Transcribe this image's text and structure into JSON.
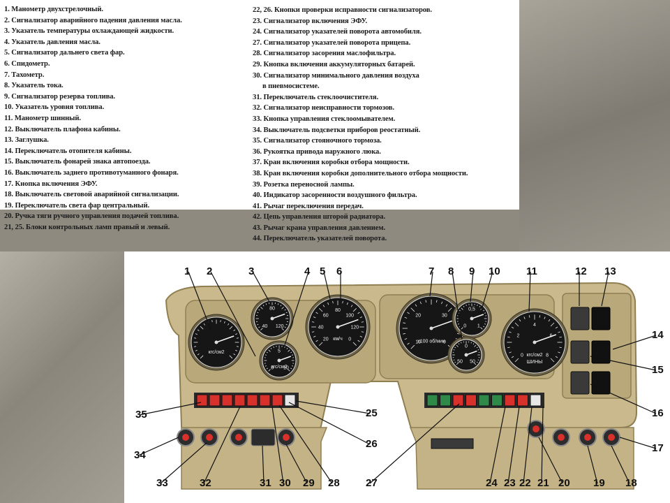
{
  "legend": {
    "left": [
      "1. Манометр двухстрелочный.",
      "2. Сигнализатор аварийного падения давления масла.",
      "3. Указатель температуры охлаждающей жидкости.",
      "4. Указатель давления масла.",
      "5. Сигнализатор дальнего света фар.",
      "6. Спидометр.",
      "7. Тахометр.",
      "8. Указатель тока.",
      "9. Сигнализатор резерва топлива.",
      "10. Указатель уровня топлива.",
      "11. Манометр шинный.",
      "12. Выключатель плафона кабины.",
      "13. Заглушка.",
      "14. Переключатель отопителя кабины.",
      "15. Выключатель фонарей знака автопоезда.",
      "16. Выключатель заднего противотуманного фонаря.",
      "17. Кнопка включения ЭФУ.",
      "18. Выключатель световой аварийной сигнализации.",
      "19. Переключатель света фар центральный.",
      "20. Ручка тяги ручного управления подачей топлива.",
      "21, 25. Блоки контрольных ламп правый и левый."
    ],
    "right": [
      "22, 26. Кнопки проверки исправности сигнализаторов.",
      "23. Сигнализатор включения ЭФУ.",
      "24. Сигнализатор указателей поворота автомобиля.",
      "27. Сигнализатор указателей поворота прицепа.",
      "28. Сигнализатор засорения маслофильтра.",
      "29. Кнопка включения аккумуляторных батарей.",
      "30. Сигнализатор минимального давления воздуха",
      "в пневмосистеме.",
      "31. Переключатель стеклоочистителя.",
      "32. Сигнализатор неисправности тормозов.",
      "33. Кнопка управления стеклоомывателем.",
      "34. Выключатель подсветки приборов реостатный.",
      "35. Сигнализатор стояночного тормоза.",
      "36. Рукоятка привода наружного люка.",
      "37. Кран включения коробки отбора мощности.",
      "38. Кран включения коробки дополнительного отбора мощности.",
      "39. Розетка переносной лампы.",
      "40. Индикатор засоренности воздушного фильтра.",
      "41. Рычаг переключения передач.",
      "42. Цепь управления шторой радиатора.",
      "43. Рычаг крана управления давлением.",
      "44. Переключатель указателей поворота."
    ]
  },
  "diagram": {
    "top_callouts": [
      "1",
      "2",
      "3",
      "4",
      "5",
      "6",
      "7",
      "8",
      "9",
      "10",
      "11",
      "12",
      "13",
      "14",
      "15",
      "16",
      "17",
      "18",
      "19",
      "20",
      "21",
      "22",
      "23",
      "24",
      "25",
      "26",
      "27",
      "28",
      "29",
      "30",
      "31",
      "32",
      "33",
      "34",
      "35"
    ],
    "dial_labels": {
      "speedo_unit": "км/ч",
      "speedo_ticks": [
        "20",
        "40",
        "60",
        "80",
        "100",
        "120",
        "0"
      ],
      "tacho_unit": "x100 об/мин",
      "tacho_ticks": [
        "10",
        "20",
        "30",
        "0"
      ],
      "pressure_unit": "кгс/см2",
      "temp_ticks": [
        "40",
        "80",
        "120"
      ],
      "oil_ticks": [
        "0",
        "5",
        "10"
      ],
      "fuel_ticks": [
        "0",
        "0,5",
        "1"
      ],
      "ampere_ticks": [
        "50",
        "0",
        "50"
      ],
      "tire_ticks": [
        "0",
        "2",
        "4",
        "6",
        "8"
      ],
      "tire_unit": "кгс/см2",
      "tire_caption": "ШИНЫ"
    },
    "colors": {
      "panel": "#c9b98c",
      "panel_dark": "#8f7f52",
      "dial_face": "#161616",
      "lamp_red": "#d8302a",
      "lamp_green": "#2f8a4a"
    }
  }
}
